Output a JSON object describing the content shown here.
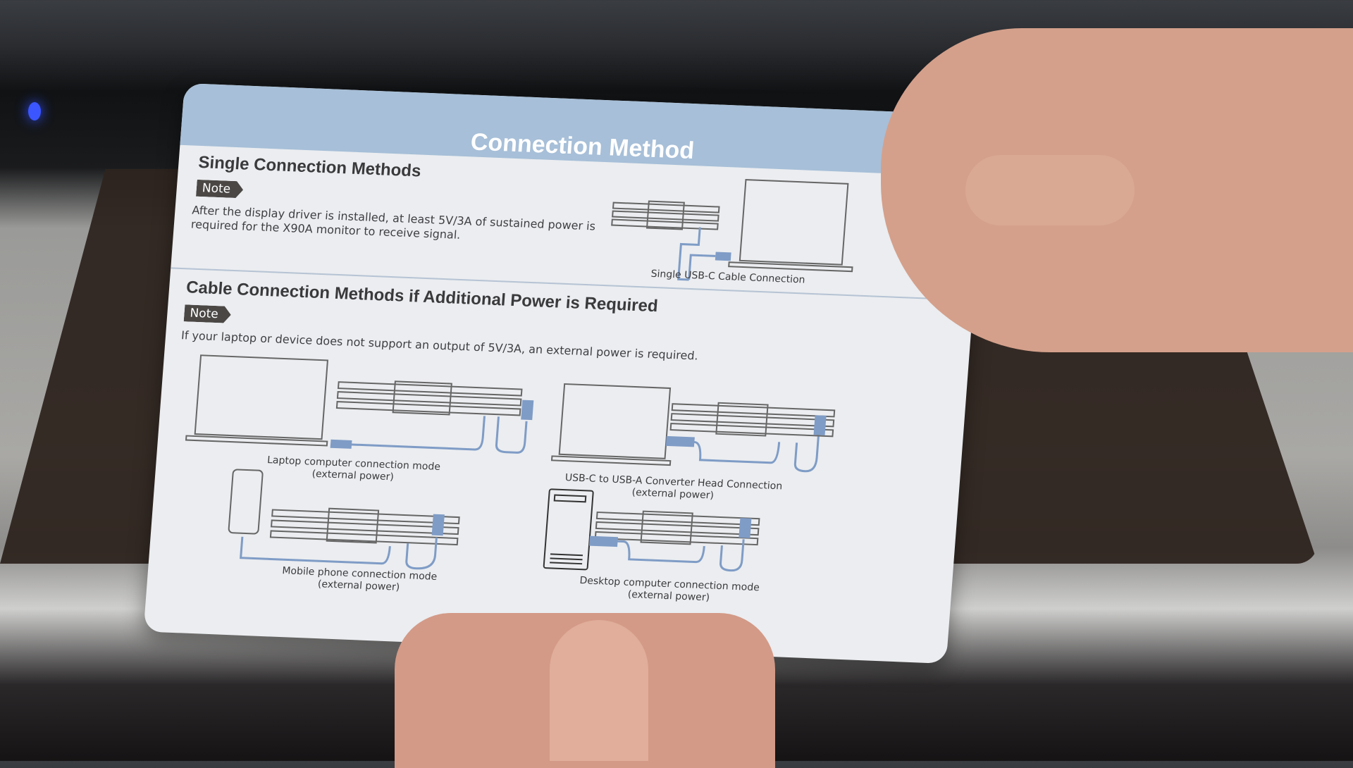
{
  "card": {
    "title": "Connection Method",
    "single": {
      "heading": "Single Connection Methods",
      "note_label": "Note",
      "note_text_line1": "After the display driver is installed, at least 5V/3A of sustained power is",
      "note_text_line2": "required for the X90A monitor to receive signal.",
      "diagram_caption": "Single USB-C Cable Connection"
    },
    "additional": {
      "heading": "Cable Connection Methods if Additional Power is Required",
      "note_label": "Note",
      "note_text": "If your laptop or device does not support an output of 5V/3A, an external power is required.",
      "modes": [
        {
          "line1": "Laptop computer connection mode",
          "line2": "(external power)"
        },
        {
          "line1": "USB-C to USB-A Converter Head Connection",
          "line2": "(external power)"
        },
        {
          "line1": "Mobile phone connection mode",
          "line2": "(external power)"
        },
        {
          "line1": "Desktop computer connection mode",
          "line2": "(external power)"
        }
      ]
    }
  },
  "colors": {
    "band": "#a7bfd8",
    "cable": "#7f9cc6",
    "card": "#ebedf0",
    "note": "#4a4745"
  }
}
